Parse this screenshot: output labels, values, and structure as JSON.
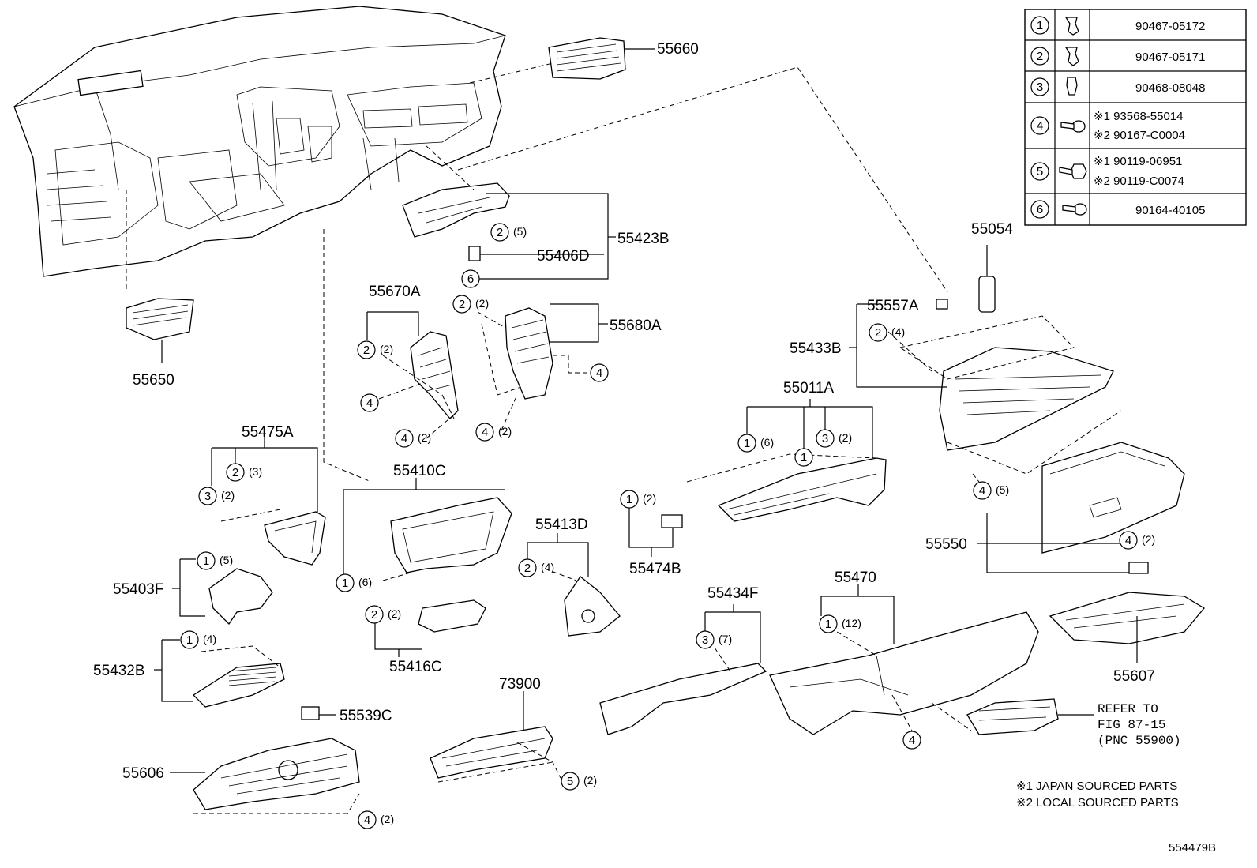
{
  "fastener_table": [
    {
      "num": "1",
      "icon": "clip-icon",
      "lines": [
        "90467-05172"
      ]
    },
    {
      "num": "2",
      "icon": "clip-icon",
      "lines": [
        "90467-05171"
      ]
    },
    {
      "num": "3",
      "icon": "clip-icon",
      "lines": [
        "90468-08048"
      ]
    },
    {
      "num": "4",
      "icon": "screw-icon",
      "lines": [
        "※1 93568-55014",
        "※2 90167-C0004"
      ]
    },
    {
      "num": "5",
      "icon": "bolt-icon",
      "lines": [
        "※1 90119-06951",
        "※2 90119-C0074"
      ]
    },
    {
      "num": "6",
      "icon": "screw-icon",
      "lines": [
        "90164-40105"
      ]
    }
  ],
  "labels": {
    "p55660": "55660",
    "p55650": "55650",
    "p55423B": "55423B",
    "p55406D": "55406D",
    "p55670A": "55670A",
    "p55680A": "55680A",
    "p55054": "55054",
    "p55557A": "55557A",
    "p55433B": "55433B",
    "p55011A": "55011A",
    "p55475A": "55475A",
    "p55410C": "55410C",
    "p55413D": "55413D",
    "p55474B": "55474B",
    "p55403F": "55403F",
    "p55550": "55550",
    "p55434F": "55434F",
    "p55470": "55470",
    "p55416C": "55416C",
    "p55432B": "55432B",
    "p55607": "55607",
    "p73900": "73900",
    "p55539C": "55539C",
    "p55606": "55606"
  },
  "callouts": {
    "c01": {
      "num": "2",
      "qty": "(5)"
    },
    "c02": {
      "num": "6",
      "qty": ""
    },
    "c03": {
      "num": "2",
      "qty": "(2)"
    },
    "c04": {
      "num": "2",
      "qty": "(2)"
    },
    "c05": {
      "num": "4",
      "qty": ""
    },
    "c06": {
      "num": "4",
      "qty": ""
    },
    "c07": {
      "num": "4",
      "qty": "(2)"
    },
    "c08": {
      "num": "4",
      "qty": "(2)"
    },
    "c09": {
      "num": "2",
      "qty": "(4)"
    },
    "c10": {
      "num": "1",
      "qty": "(6)"
    },
    "c11": {
      "num": "1",
      "qty": ""
    },
    "c12": {
      "num": "3",
      "qty": "(2)"
    },
    "c13": {
      "num": "4",
      "qty": "(5)"
    },
    "c14": {
      "num": "2",
      "qty": "(3)"
    },
    "c15": {
      "num": "3",
      "qty": "(2)"
    },
    "c16": {
      "num": "1",
      "qty": "(6)"
    },
    "c17": {
      "num": "1",
      "qty": "(2)"
    },
    "c18": {
      "num": "1",
      "qty": "(5)"
    },
    "c19": {
      "num": "2",
      "qty": "(4)"
    },
    "c20": {
      "num": "4",
      "qty": "(2)"
    },
    "c21": {
      "num": "2",
      "qty": "(2)"
    },
    "c22": {
      "num": "3",
      "qty": "(7)"
    },
    "c23": {
      "num": "1",
      "qty": "(12)"
    },
    "c24": {
      "num": "1",
      "qty": "(4)"
    },
    "c25": {
      "num": "4",
      "qty": ""
    },
    "c26": {
      "num": "5",
      "qty": "(2)"
    },
    "c27": {
      "num": "4",
      "qty": "(2)"
    }
  },
  "refer": {
    "line1": "REFER TO",
    "line2": "FIG 87-15",
    "line3": "(PNC 55900)"
  },
  "notes": {
    "note1": "※1 JAPAN SOURCED PARTS",
    "note2": "※2 LOCAL SOURCED PARTS"
  },
  "figure_id": "554479B"
}
